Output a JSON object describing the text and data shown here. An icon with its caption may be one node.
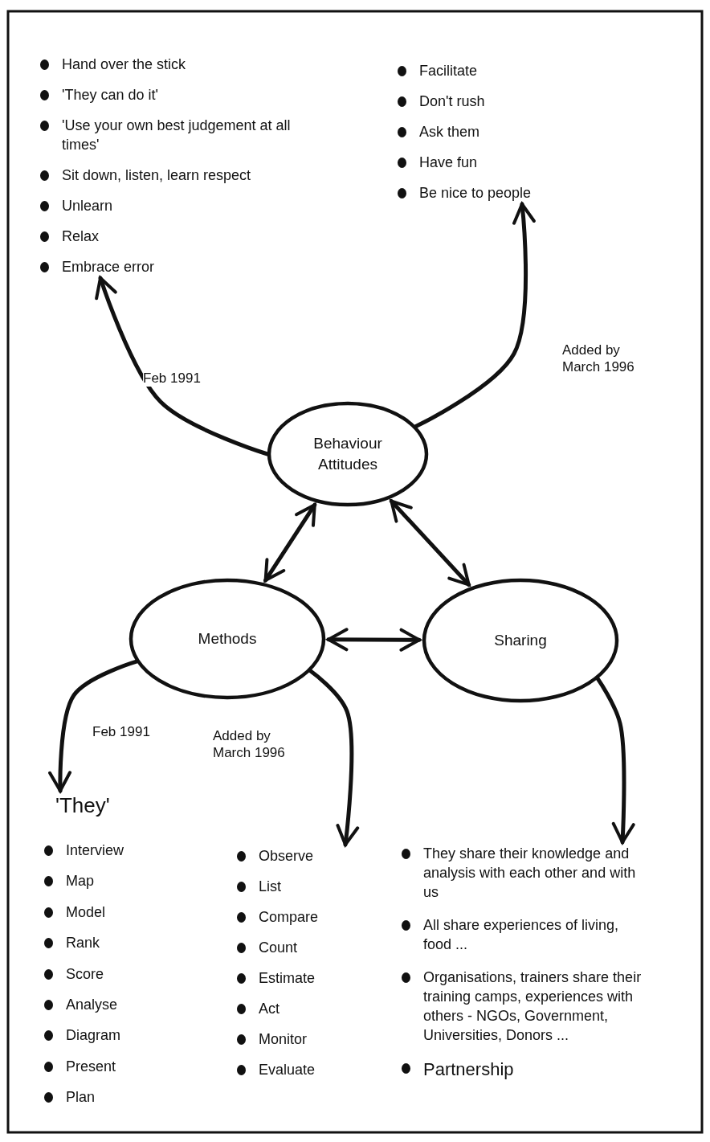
{
  "diagram": {
    "nodes": [
      {
        "text": [
          "Hand over the stick",
          "'They can do it'",
          "'Use your own best judgement at all times'",
          "Sit down, listen, learn respect",
          "Unlearn",
          "Relax",
          "Embrace error"
        ]
      },
      {
        "text": [
          "Facilitate",
          "Don't rush",
          "Ask them",
          "Have fun",
          "Be nice to people"
        ]
      },
      {
        "text": [
          "Behaviour Attitudes"
        ]
      },
      {
        "text": [
          "Methods"
        ]
      },
      {
        "text": [
          "Sharing"
        ]
      },
      {
        "text": [
          "'They'",
          "Interview",
          "Map",
          "Model",
          "Rank",
          "Score",
          "Analyse",
          "Diagram",
          "Present",
          "Plan"
        ]
      },
      {
        "text": [
          "Observe",
          "List",
          "Compare",
          "Count",
          "Estimate",
          "Act",
          "Monitor",
          "Evaluate"
        ]
      },
      {
        "text": [
          "They share their knowledge and analysis with each other and with us",
          "All share experiences of living, food ...",
          "Organisations, trainers share their training camps, experiences with others - NGOs, Government, Universities, Donors ...",
          "Partnership"
        ]
      }
    ],
    "edges": [
      {
        "from": 2,
        "to": 0,
        "arrow": "to",
        "label": "Feb 1991"
      },
      {
        "from": 2,
        "to": 1,
        "arrow": "to",
        "label": "Added by March 1996"
      },
      {
        "from": 3,
        "to": 2,
        "arrow": "both"
      },
      {
        "from": 2,
        "to": 4,
        "arrow": "both"
      },
      {
        "from": 3,
        "to": 4,
        "arrow": "both"
      },
      {
        "from": 3,
        "to": 5,
        "arrow": "to",
        "label": "Feb 1991"
      },
      {
        "from": 3,
        "to": 6,
        "arrow": "to",
        "label": "Added by March 1996"
      },
      {
        "from": 4,
        "to": 7,
        "arrow": "to"
      }
    ]
  }
}
